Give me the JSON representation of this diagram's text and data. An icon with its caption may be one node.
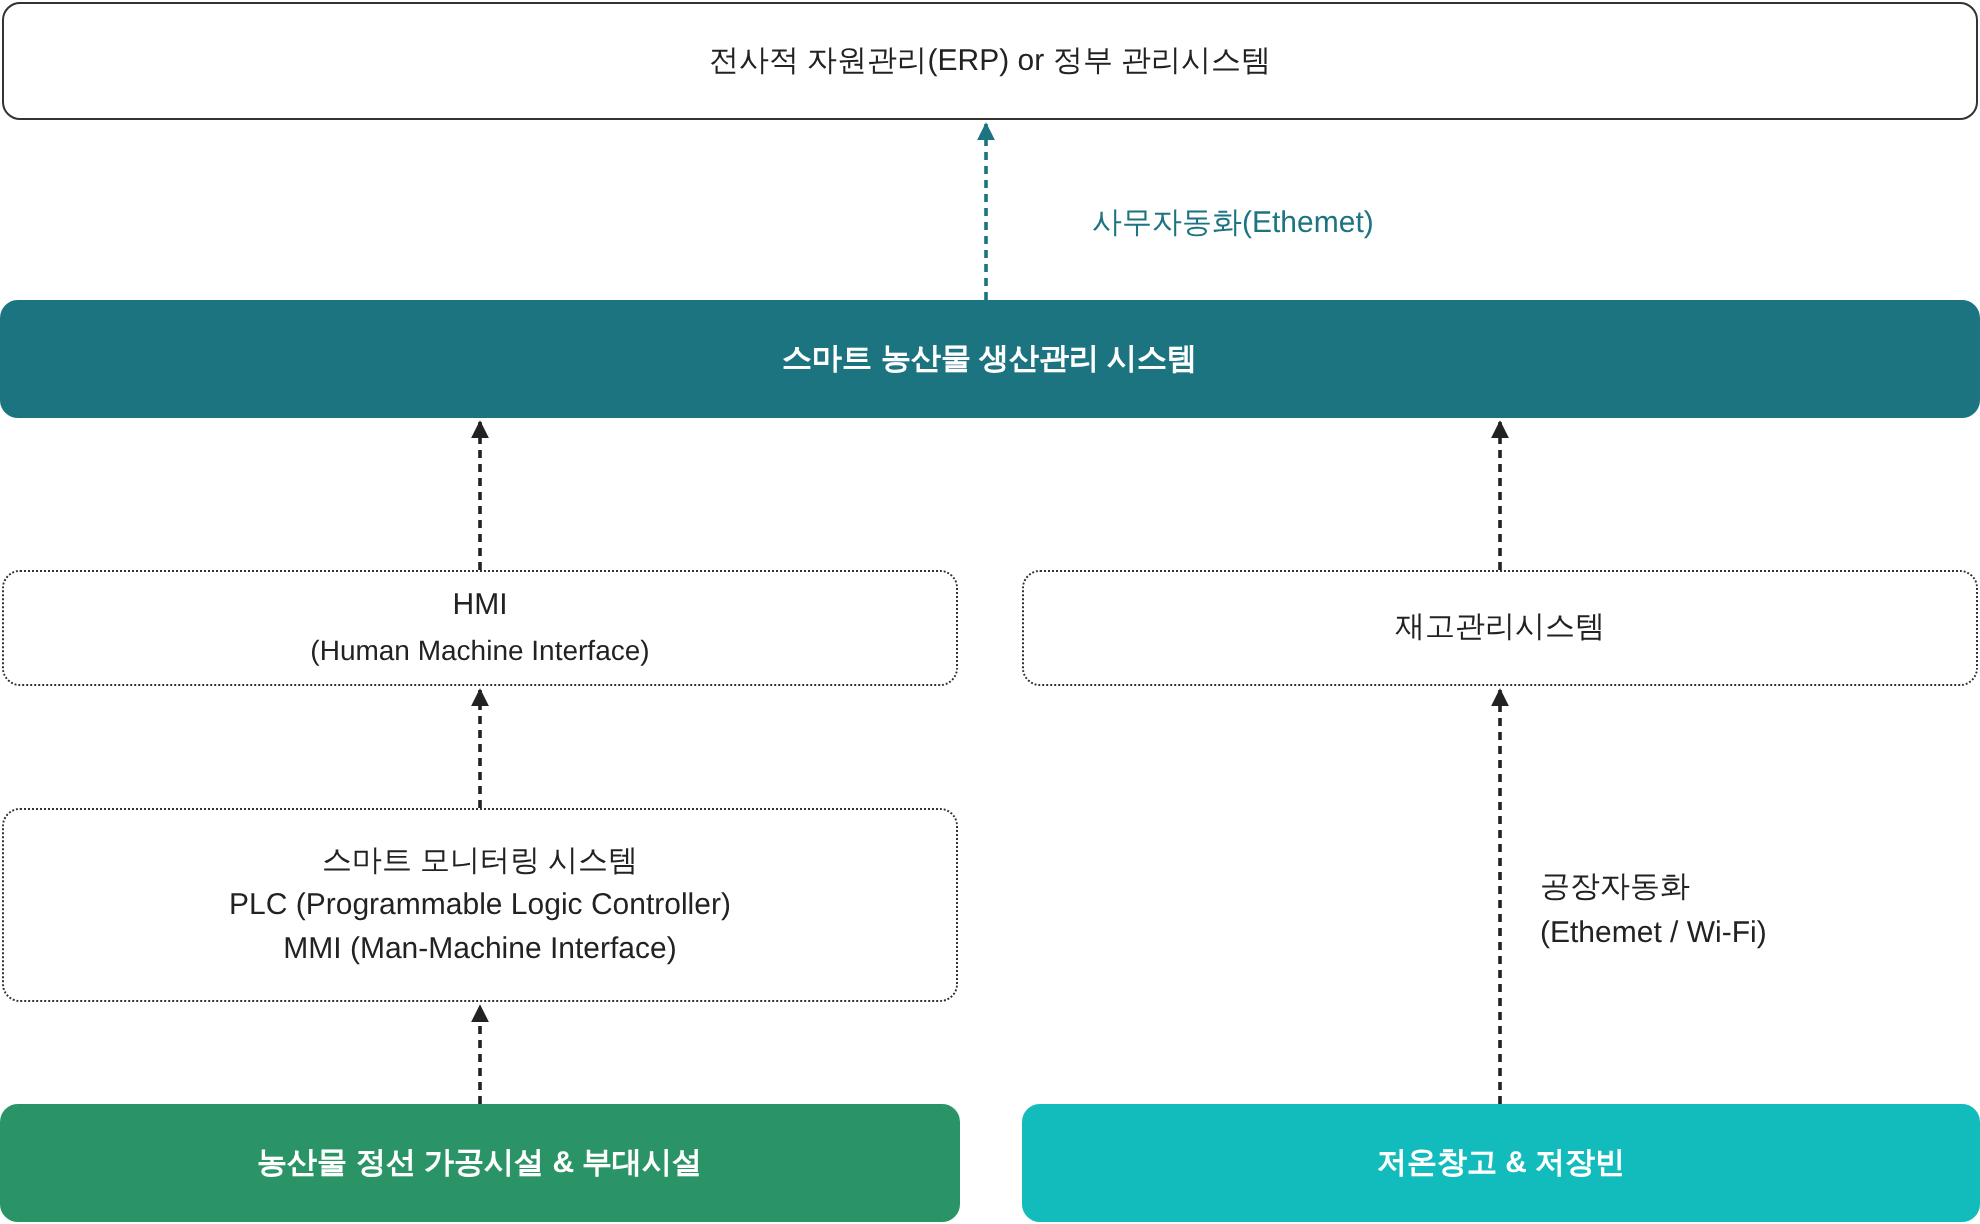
{
  "diagram": {
    "nodes": [
      {
        "text": [
          "전사적 자원관리(ERP) or 정부 관리시스템"
        ]
      },
      {
        "text": [
          "스마트 농산물 생산관리 시스템"
        ]
      },
      {
        "text": [
          "HMI",
          "(Human Machine Interface)"
        ]
      },
      {
        "text": [
          "재고관리시스템"
        ]
      },
      {
        "text": [
          "스마트 모니터링 시스템",
          "PLC (Programmable Logic Controller)",
          "MMI (Man-Machine Interface)"
        ]
      },
      {
        "text": [
          "농산물 정선 가공시설 & 부대시설"
        ]
      },
      {
        "text": [
          "저온창고 & 저장빈"
        ]
      }
    ],
    "edges": [
      {
        "from": 1,
        "to": 0,
        "arrow": "to",
        "style": "dashed",
        "color": "#1b7480",
        "label": "사무자동화(Ethemet)"
      },
      {
        "from": 2,
        "to": 1,
        "arrow": "to",
        "style": "dashed"
      },
      {
        "from": 3,
        "to": 1,
        "arrow": "to",
        "style": "dashed"
      },
      {
        "from": 4,
        "to": 2,
        "arrow": "to",
        "style": "dashed"
      },
      {
        "from": 5,
        "to": 4,
        "arrow": "to",
        "style": "dashed"
      },
      {
        "from": 6,
        "to": 3,
        "arrow": "to",
        "style": "dashed",
        "label": "공장자동화 (Ethemet / Wi-Fi)"
      }
    ]
  }
}
